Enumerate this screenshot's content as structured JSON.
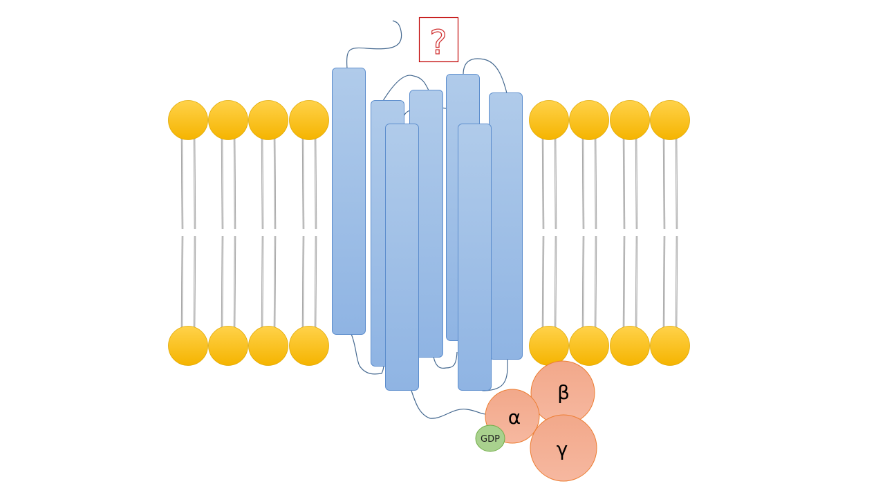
{
  "labels": {
    "question_mark": "?",
    "alpha": "α",
    "beta": "β",
    "gamma": "γ",
    "gdp": "GDP"
  },
  "colors": {
    "lipid_head": "#ffc000",
    "helix_fill": "#9dbde6",
    "helix_stroke": "#5b8ccc",
    "loop": "#44688f",
    "g_protein_fill": "#f4b095",
    "g_protein_stroke": "#ed7d31",
    "gdp_fill": "#a9d18e",
    "gdp_stroke": "#70ad47",
    "question_box": "#c00000"
  }
}
